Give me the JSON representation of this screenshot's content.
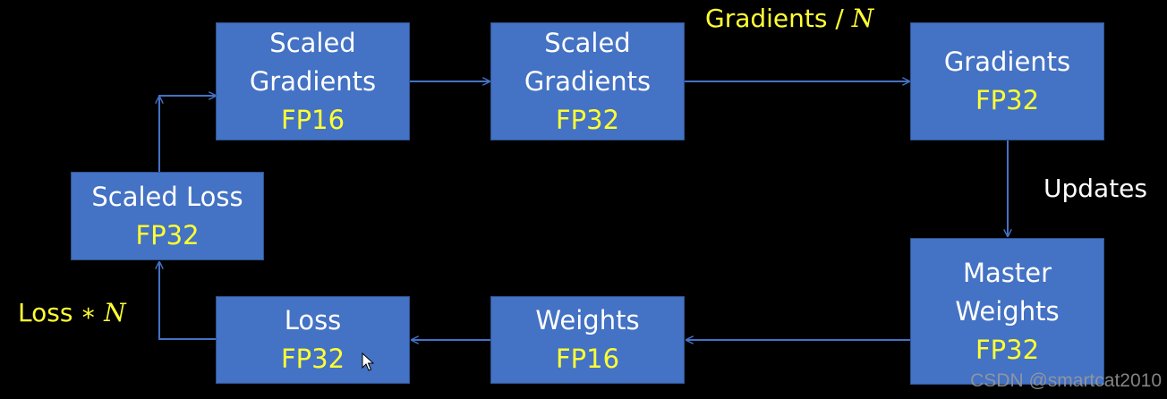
{
  "diagram": {
    "nodes": {
      "scaled_gradients_fp16": {
        "lines": [
          "Scaled",
          "Gradients"
        ],
        "precision": "FP16"
      },
      "scaled_gradients_fp32": {
        "lines": [
          "Scaled",
          "Gradients"
        ],
        "precision": "FP32"
      },
      "gradients": {
        "lines": [
          "Gradients"
        ],
        "precision": "FP32"
      },
      "master_weights": {
        "lines": [
          "Master",
          "Weights"
        ],
        "precision": "FP32"
      },
      "weights": {
        "lines": [
          "Weights"
        ],
        "precision": "FP16"
      },
      "loss": {
        "lines": [
          "Loss"
        ],
        "precision": "FP32"
      },
      "scaled_loss": {
        "lines": [
          "Scaled Loss"
        ],
        "precision": "FP32"
      }
    },
    "edge_labels": {
      "divide": {
        "text": "Gradients / ",
        "symbol": "N"
      },
      "updates": {
        "text": "Updates"
      },
      "multiply": {
        "text": "Loss ",
        "op": "∗",
        "symbol": "N"
      }
    }
  },
  "colors": {
    "background": "#000000",
    "box_fill": "#4472C4",
    "box_border": "#2F528F",
    "arrow": "#4472C4",
    "precision_text": "#FFFF33",
    "label_text": "#FFFFFF"
  },
  "watermark": "CSDN @smartcat2010"
}
